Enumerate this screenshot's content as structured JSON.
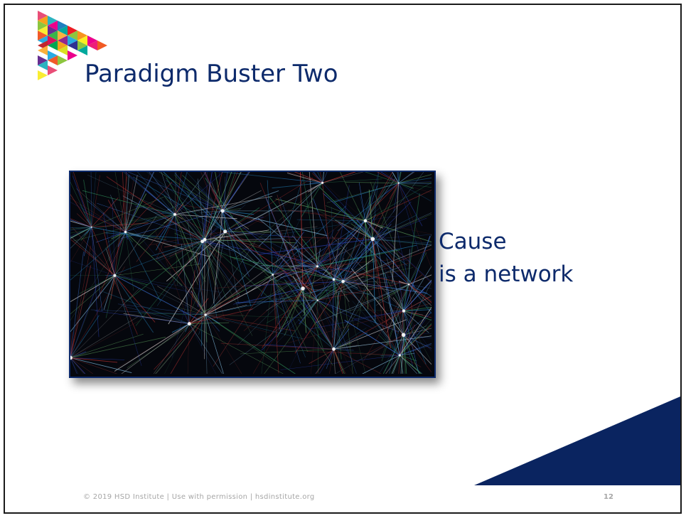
{
  "slide": {
    "title": "Paradigm Buster  Two",
    "caption_line1": "Cause",
    "caption_line2": "is a network",
    "footer": "© 2019 HSD Institute | Use with permission | hsdinstitute.org",
    "page_number": "12"
  },
  "colors": {
    "title": "#0d2a6b",
    "corner_triangle": "#0a2460",
    "photo_border": "#0d2a6b",
    "footer": "#a6a6a6"
  },
  "icons": {
    "logo": "triangle-mosaic-logo-icon"
  }
}
